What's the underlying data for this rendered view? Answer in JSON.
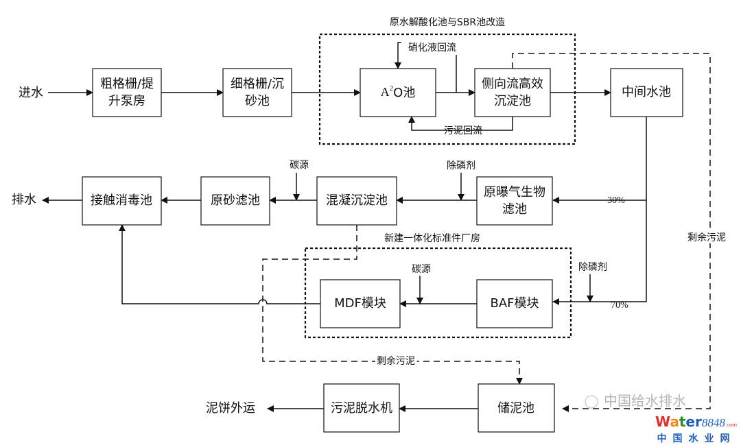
{
  "nodes": {
    "inlet": "进水",
    "coarse_screen": [
      "粗格栅/提",
      "升泵房"
    ],
    "fine_screen": [
      "细格栅/沉",
      "砂池"
    ],
    "a2o": {
      "base": "A",
      "sup": "2",
      "rest": "O池"
    },
    "side_settler": [
      "侧向流高效",
      "沉淀池"
    ],
    "middle_tank": "中间水池",
    "baf_old": [
      "原曝气生物",
      "滤池"
    ],
    "coag_settler": "混凝沉淀池",
    "sand_filter": "原砂滤池",
    "disinfection": "接触消毒池",
    "outlet": "排水",
    "baf_module": "BAF模块",
    "mdf_module": "MDF模块",
    "sludge_tank": "储泥池",
    "dewater": "污泥脱水机",
    "cake_out": "泥饼外运"
  },
  "labels": {
    "group1": "原水解酸化池与SBR池改造",
    "group2": "新建一体化标准件厂房",
    "nitrate_return": "硝化液回流",
    "sludge_return": "污泥回流",
    "carbon1": "碳源",
    "phos1": "除磷剂",
    "carbon2": "碳源",
    "phos2": "除磷剂",
    "pct30": "30%",
    "pct70": "70%",
    "excess_sludge1": "剩余污泥",
    "excess_sludge2": "剩余污泥"
  },
  "watermark": {
    "text": "中国给水排水",
    "logo": "Water8848.com",
    "sub": "中国水业网"
  }
}
